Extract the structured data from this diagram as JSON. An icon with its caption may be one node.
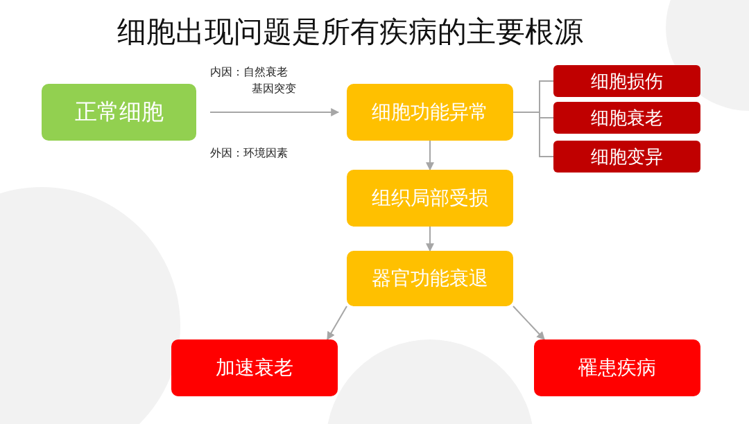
{
  "diagram": {
    "title": "细胞出现问题是所有疾病的主要根源",
    "nodes": [
      {
        "text": [
          "正常细胞"
        ]
      },
      {
        "text": [
          "细胞功能异常"
        ]
      },
      {
        "text": [
          "组织局部受损"
        ]
      },
      {
        "text": [
          "器官功能衰退"
        ]
      },
      {
        "text": [
          "加速衰老"
        ]
      },
      {
        "text": [
          "罹患疾病"
        ]
      },
      {
        "text": [
          "细胞损伤"
        ]
      },
      {
        "text": [
          "细胞衰老"
        ]
      },
      {
        "text": [
          "细胞变异"
        ]
      }
    ],
    "edges": [
      {
        "from": 0,
        "to": 1,
        "arrow": "to"
      },
      {
        "from": 1,
        "to": 2,
        "arrow": "to"
      },
      {
        "from": 2,
        "to": 3,
        "arrow": "to"
      },
      {
        "from": 3,
        "to": 4,
        "arrow": "to"
      },
      {
        "from": 3,
        "to": 5,
        "arrow": "to"
      },
      {
        "from": 1,
        "to": 6,
        "arrow": "none"
      },
      {
        "from": 1,
        "to": 7,
        "arrow": "none"
      },
      {
        "from": 1,
        "to": 8,
        "arrow": "none"
      }
    ],
    "labels": [
      "内因：自然衰老",
      "基因突变",
      "外因：环境因素"
    ]
  }
}
